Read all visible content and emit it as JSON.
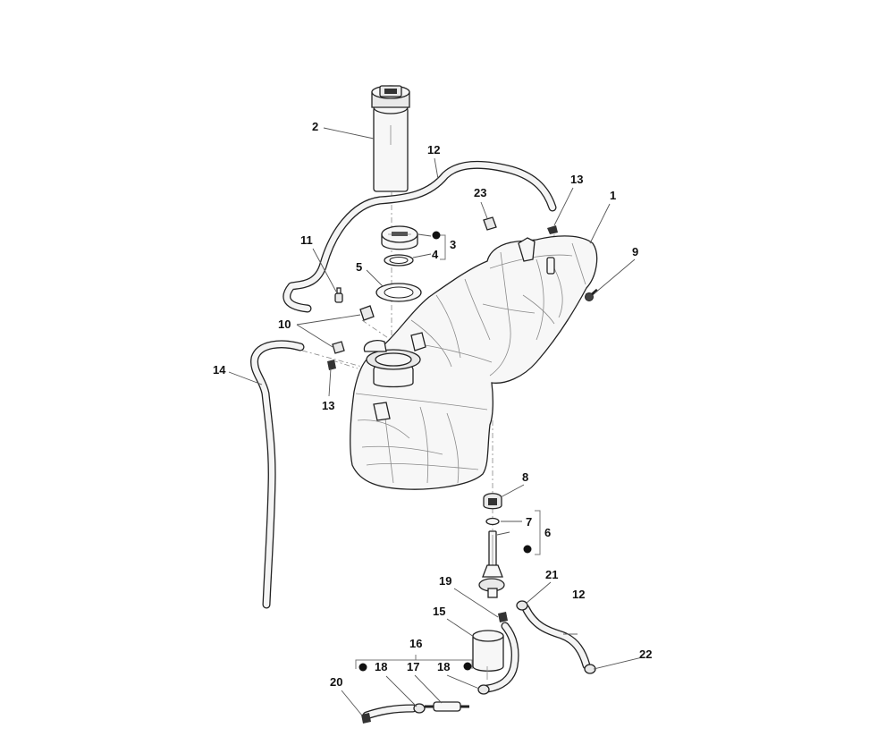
{
  "diagram": {
    "callouts": {
      "c1": "1",
      "c2": "2",
      "c3": "3",
      "c4": "4",
      "c5": "5",
      "c6": "6",
      "c7": "7",
      "c8": "8",
      "c9": "9",
      "c10": "10",
      "c11": "11",
      "c12a": "12",
      "c12b": "12",
      "c13a": "13",
      "c13b": "13",
      "c14": "14",
      "c15": "15",
      "c16": "16",
      "c17": "17",
      "c18a": "18",
      "c18b": "18",
      "c19": "19",
      "c20": "20",
      "c21": "21",
      "c22": "22",
      "c23": "23"
    }
  }
}
